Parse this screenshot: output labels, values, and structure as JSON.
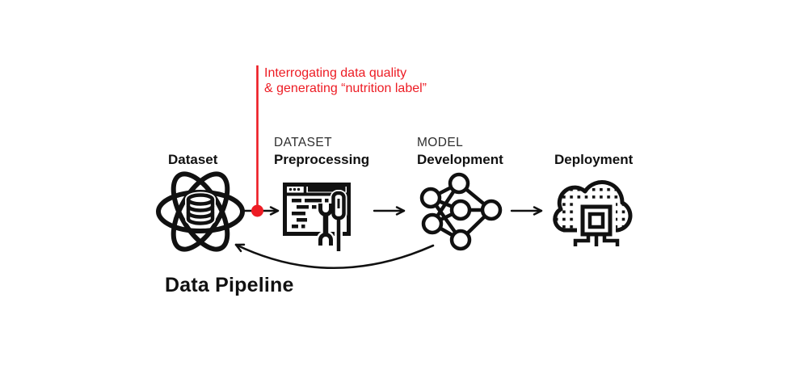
{
  "annotation": {
    "line1": "Interrogating data quality",
    "line2": "& generating “nutrition label”"
  },
  "stages": [
    {
      "eyebrow": "",
      "name": "Dataset",
      "icon": "atom-database-icon"
    },
    {
      "eyebrow": "DATASET",
      "name": "Preprocessing",
      "icon": "code-window-tools-icon"
    },
    {
      "eyebrow": "MODEL",
      "name": "Development",
      "icon": "neural-network-icon"
    },
    {
      "eyebrow": "",
      "name": "Deployment",
      "icon": "cloud-chip-icon"
    }
  ],
  "caption": "Data Pipeline",
  "colors": {
    "accent_red": "#ED1C24",
    "ink_black": "#111111",
    "eyebrow_gray": "#2E2E2E",
    "background": "#FFFFFF"
  }
}
